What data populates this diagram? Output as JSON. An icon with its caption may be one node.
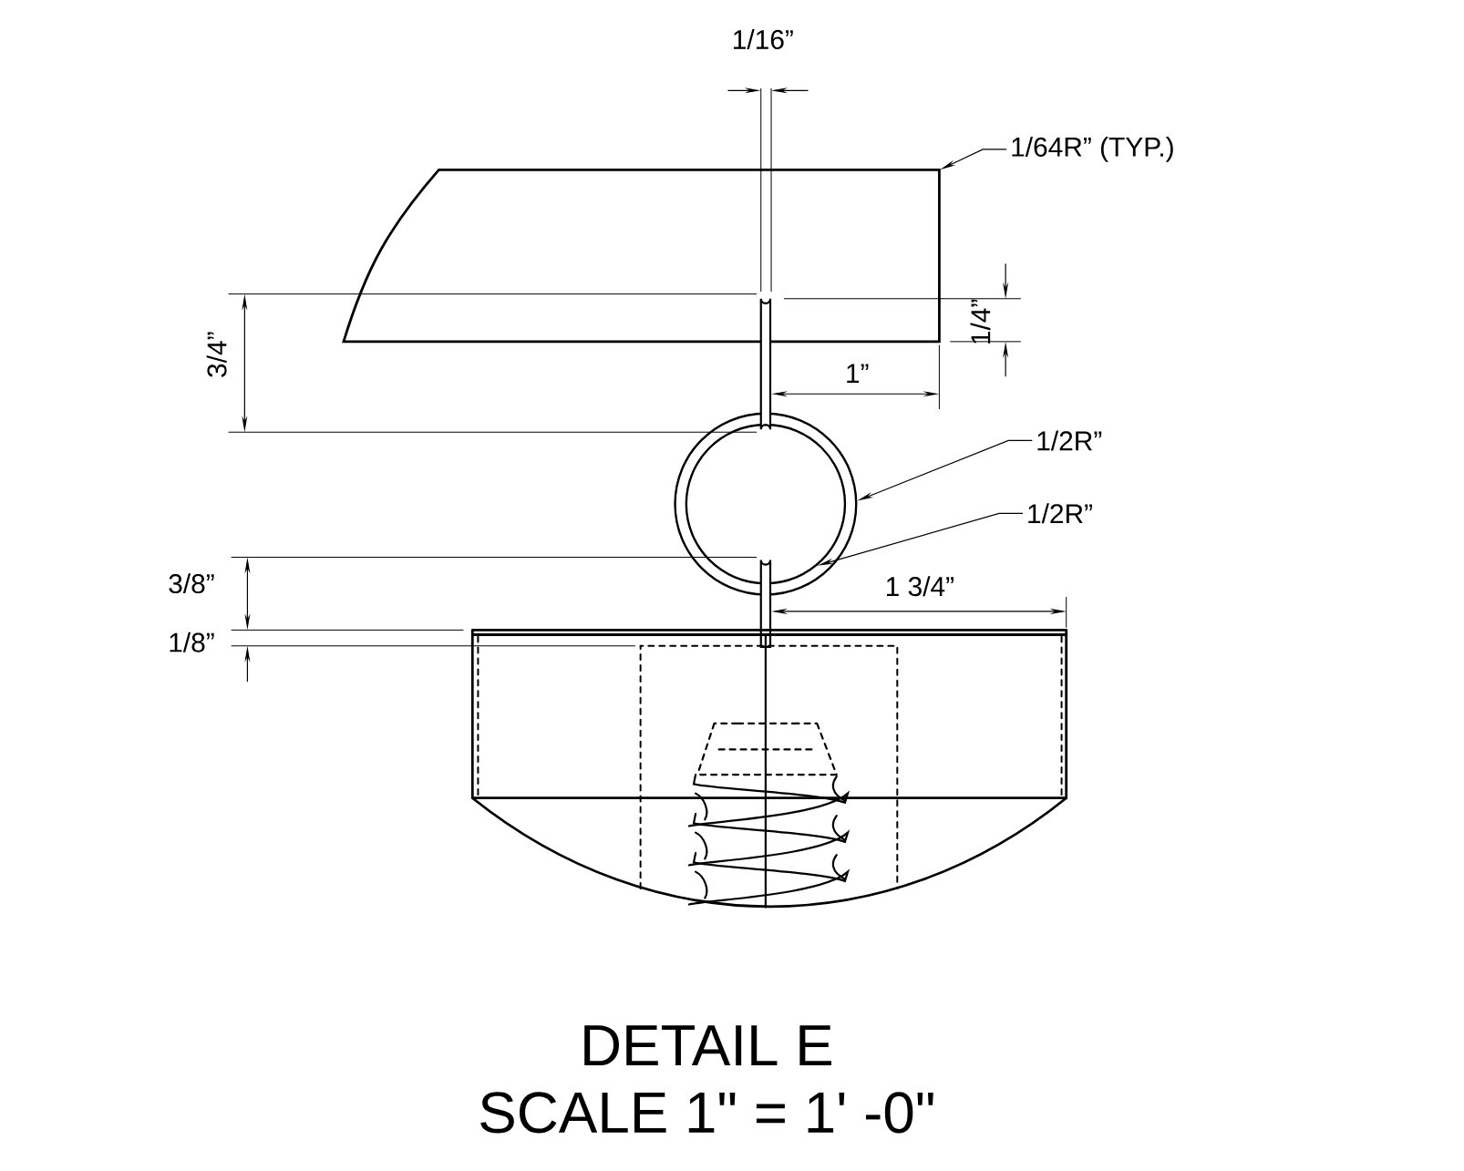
{
  "diagram": {
    "title": "DETAIL E",
    "caption": "SCALE 1\" = 1' -0\"",
    "nodes": [
      {
        "text": [
          "1/64R”  (TYP.)"
        ]
      },
      {
        "text": [
          "1/2R”"
        ]
      },
      {
        "text": [
          "1/2R”"
        ]
      },
      {
        "text": [],
        "shape": "box"
      },
      {
        "text": [],
        "shape": "circle"
      },
      {
        "text": [],
        "shape": "circle",
        "in": 4
      }
    ],
    "edges": [
      {
        "from": 0,
        "to": 3,
        "arrow": "to"
      },
      {
        "from": 1,
        "to": 4,
        "arrow": "to"
      },
      {
        "from": 2,
        "to": 5,
        "arrow": "to"
      }
    ],
    "labels": [
      "1/16”",
      "3/4”",
      "1/4”",
      "1”",
      "3/8”",
      "1/8”",
      "1 3/4”"
    ]
  }
}
